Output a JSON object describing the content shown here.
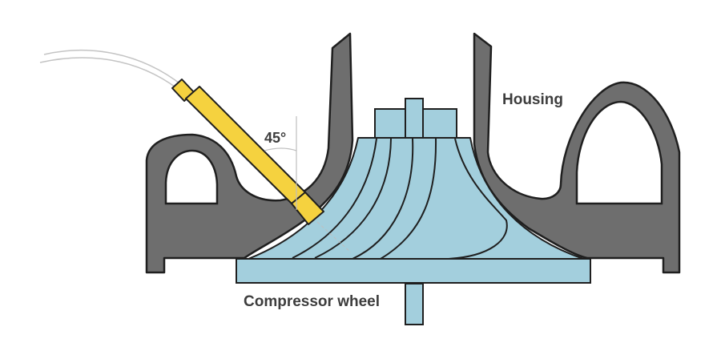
{
  "labels": {
    "housing": "Housing",
    "compressor_wheel": "Compressor wheel",
    "angle": "45°"
  },
  "colors": {
    "housing_fill": "#6e6e6e",
    "housing_stroke": "#1f1f1f",
    "wheel_fill": "#a3cfdd",
    "probe_fill": "#f5d23f",
    "label_text": "#3d3d3d",
    "cable": "#c4c4c4"
  }
}
